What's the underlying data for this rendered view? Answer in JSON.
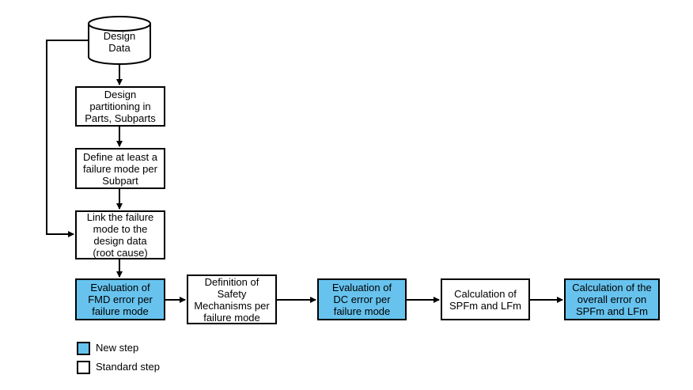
{
  "colors": {
    "new_step": "#67c3ee",
    "standard_step": "#ffffff",
    "line": "#000000"
  },
  "database": {
    "label": "Design\nData"
  },
  "steps": [
    {
      "id": "design-partitioning",
      "label": "Design\npartitioning in\nParts, Subparts",
      "type": "standard"
    },
    {
      "id": "define-failure-mode",
      "label": "Define at least a\nfailure mode per\nSubpart",
      "type": "standard"
    },
    {
      "id": "link-failure-mode",
      "label": "Link the failure\nmode to the\ndesign data\n(root cause)",
      "type": "standard"
    },
    {
      "id": "evaluation-fmd",
      "label": "Evaluation of\nFMD error per\nfailure mode",
      "type": "new"
    },
    {
      "id": "definition-safety-mechanisms",
      "label": "Definition of\nSafety\nMechanisms per\nfailure mode",
      "type": "standard"
    },
    {
      "id": "evaluation-dc",
      "label": "Evaluation of\nDC error per\nfailure mode",
      "type": "new"
    },
    {
      "id": "calculation-spfm-lfm",
      "label": "Calculation of\nSPFm and LFm",
      "type": "standard"
    },
    {
      "id": "calculation-overall-error",
      "label": "Calculation of the\noverall error on\nSPFm and LFm",
      "type": "new"
    }
  ],
  "legend": {
    "new_step": "New step",
    "standard_step": "Standard step"
  }
}
